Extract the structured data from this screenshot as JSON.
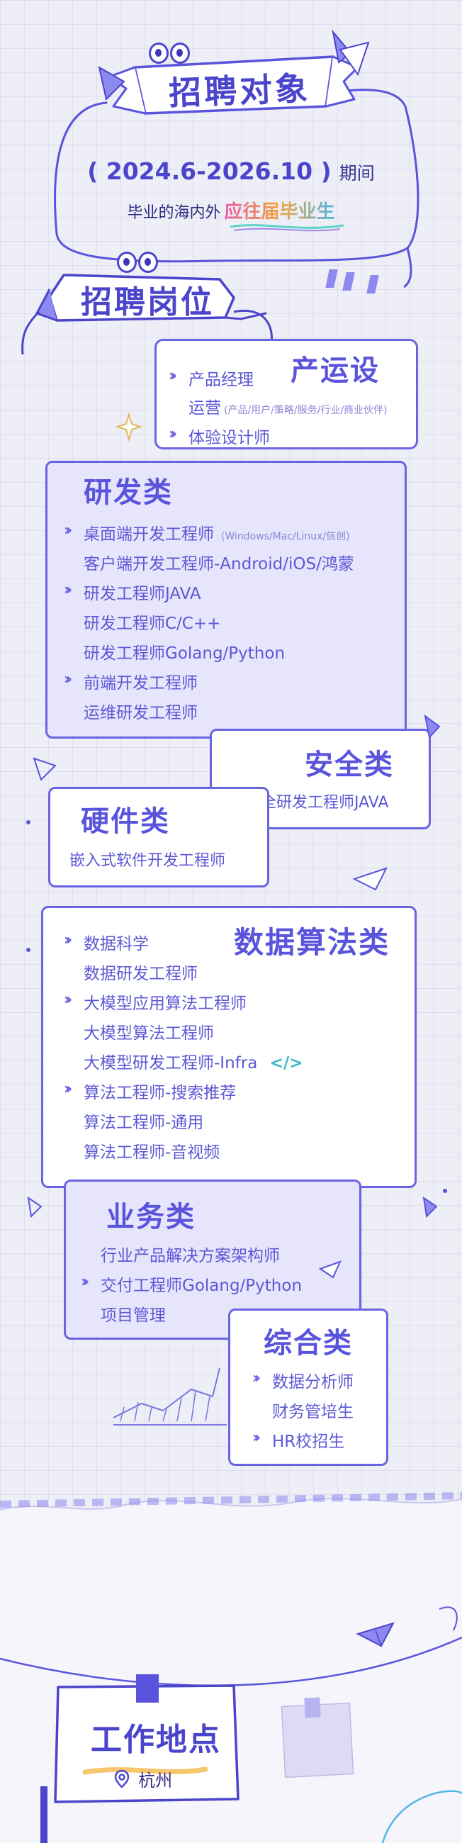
{
  "header": {
    "title": "招聘对象",
    "period_range": "( 2024.6-2026.10 )",
    "period_suffix": "期间",
    "desc_prefix": "毕业的海内外",
    "desc_highlight": "应往届毕业生"
  },
  "positions": {
    "section_title": "招聘岗位",
    "product": {
      "title": "产运设",
      "items": [
        {
          "text": "产品经理",
          "chevron": true
        },
        {
          "text": "运营",
          "note": "(产品/用户/策略/服务/行业/商业伙伴)",
          "chevron": false
        },
        {
          "text": "体验设计师",
          "chevron": true
        }
      ]
    },
    "rd": {
      "title": "研发类",
      "items": [
        {
          "text": "桌面端开发工程师",
          "note": "(Windows/Mac/Linux/信创)",
          "chevron": true
        },
        {
          "text": "客户端开发工程师-Android/iOS/鸿蒙",
          "chevron": false
        },
        {
          "text": "研发工程师JAVA",
          "chevron": true
        },
        {
          "text": "研发工程师C/C++",
          "chevron": false
        },
        {
          "text": "研发工程师Golang/Python",
          "chevron": false
        },
        {
          "text": "前端开发工程师",
          "chevron": true
        },
        {
          "text": "运维研发工程师",
          "chevron": false
        }
      ]
    },
    "security": {
      "title": "安全类",
      "items": [
        {
          "text": "安全研发工程师JAVA",
          "chevron": true
        }
      ]
    },
    "hardware": {
      "title": "硬件类",
      "items": [
        {
          "text": "嵌入式软件开发工程师",
          "chevron": false
        }
      ]
    },
    "data_algo": {
      "title": "数据算法类",
      "code_icon": "</>",
      "items": [
        {
          "text": "数据科学",
          "chevron": true
        },
        {
          "text": "数据研发工程师",
          "chevron": false
        },
        {
          "text": "大模型应用算法工程师",
          "chevron": true
        },
        {
          "text": "大模型算法工程师",
          "chevron": false
        },
        {
          "text": "大模型研发工程师-Infra",
          "chevron": false
        },
        {
          "text": "算法工程师-搜索推荐",
          "chevron": true
        },
        {
          "text": "算法工程师-通用",
          "chevron": false
        },
        {
          "text": "算法工程师-音视频",
          "chevron": false
        }
      ]
    },
    "business": {
      "title": "业务类",
      "items": [
        {
          "text": "行业产品解决方案架构师",
          "chevron": false
        },
        {
          "text": "交付工程师Golang/Python",
          "chevron": true
        },
        {
          "text": "项目管理",
          "chevron": false
        }
      ]
    },
    "general": {
      "title": "综合类",
      "items": [
        {
          "text": "数据分析师",
          "chevron": true
        },
        {
          "text": "财务管培生",
          "chevron": false
        },
        {
          "text": "HR校招生",
          "chevron": true
        }
      ]
    }
  },
  "location": {
    "title": "工作地点",
    "city": "杭州"
  },
  "colors": {
    "primary": "#5a54dd",
    "card_bg": "#e6e5fb",
    "accent_yellow": "#f5c66b",
    "highlight_gradient": [
      "#e95aa2",
      "#f0a43c",
      "#4fb6e6"
    ]
  }
}
